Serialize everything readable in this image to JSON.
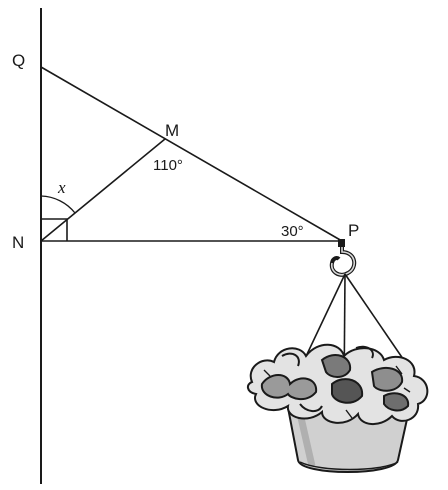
{
  "diagram": {
    "points": {
      "Q": "Q",
      "M": "M",
      "N": "N",
      "P": "P"
    },
    "angles": {
      "x": "x",
      "angle_M": "110°",
      "angle_P": "30°"
    },
    "colors": {
      "line": "#1a1a1a",
      "pot": "#c9c9c9",
      "foliage_light": "#e2e2e2",
      "foliage_dark": "#6e6e6e"
    }
  }
}
